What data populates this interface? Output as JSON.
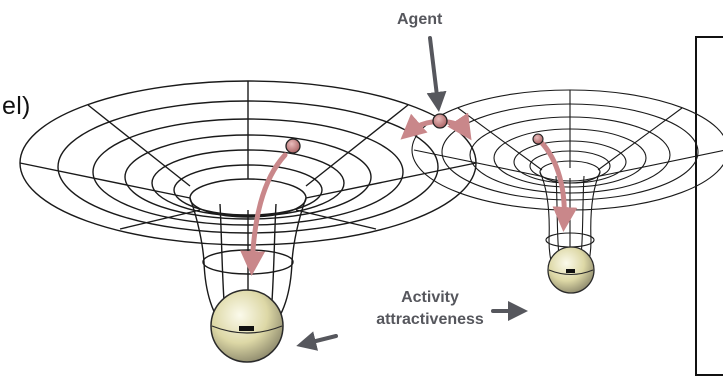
{
  "left_fragment": "el)",
  "agent_label": "Agent",
  "activity_label_line1": "Activity",
  "activity_label_line2": "attractiveness",
  "ball_symbol": "-",
  "colors": {
    "mesh": "#1a1a1a",
    "agent": "#c98b8b",
    "arrow_curve": "#c9878a",
    "label": "#56575d",
    "ball": "#e8e4b0"
  }
}
